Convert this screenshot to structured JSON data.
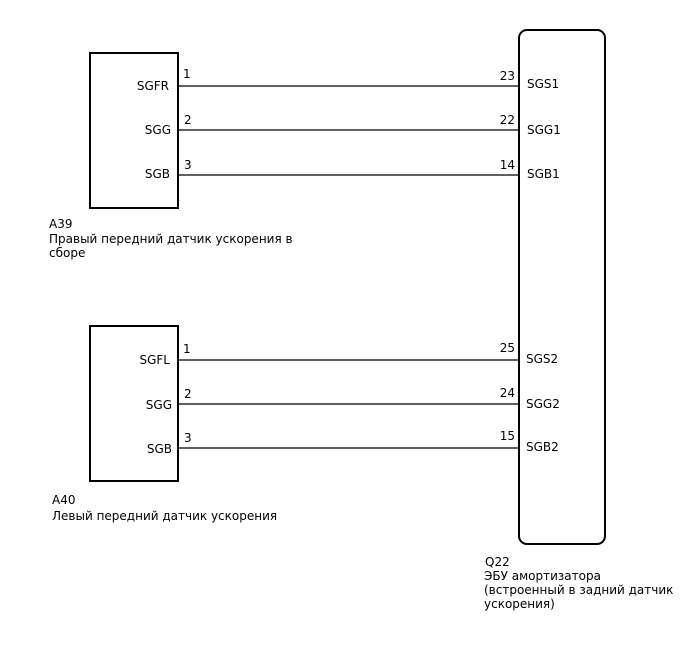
{
  "components": {
    "a39": {
      "code": "A39",
      "description_line1": "Правый передний датчик ускорения в",
      "description_line2": "сборе",
      "pins": [
        {
          "name": "SGFR",
          "number": "1"
        },
        {
          "name": "SGG",
          "number": "2"
        },
        {
          "name": "SGB",
          "number": "3"
        }
      ]
    },
    "a40": {
      "code": "A40",
      "description": "Левый передний датчик ускорения",
      "pins": [
        {
          "name": "SGFL",
          "number": "1"
        },
        {
          "name": "SGG",
          "number": "2"
        },
        {
          "name": "SGB",
          "number": "3"
        }
      ]
    },
    "q22": {
      "code": "Q22",
      "description_line1": "ЭБУ амортизатора",
      "description_line2": "(встроенный в задний датчик",
      "description_line3": "ускорения)",
      "pins_upper": [
        {
          "name": "SGS1",
          "number": "23"
        },
        {
          "name": "SGG1",
          "number": "22"
        },
        {
          "name": "SGB1",
          "number": "14"
        }
      ],
      "pins_lower": [
        {
          "name": "SGS2",
          "number": "25"
        },
        {
          "name": "SGG2",
          "number": "24"
        },
        {
          "name": "SGB2",
          "number": "15"
        }
      ]
    }
  }
}
